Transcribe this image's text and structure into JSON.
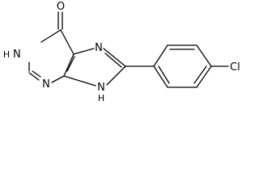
{
  "molecule": {
    "atoms": {
      "O6": "O",
      "N1": "N",
      "H1": "H",
      "N3": "N",
      "N7": "N",
      "N9": "N",
      "H9": "H",
      "Cl": "Cl"
    }
  }
}
